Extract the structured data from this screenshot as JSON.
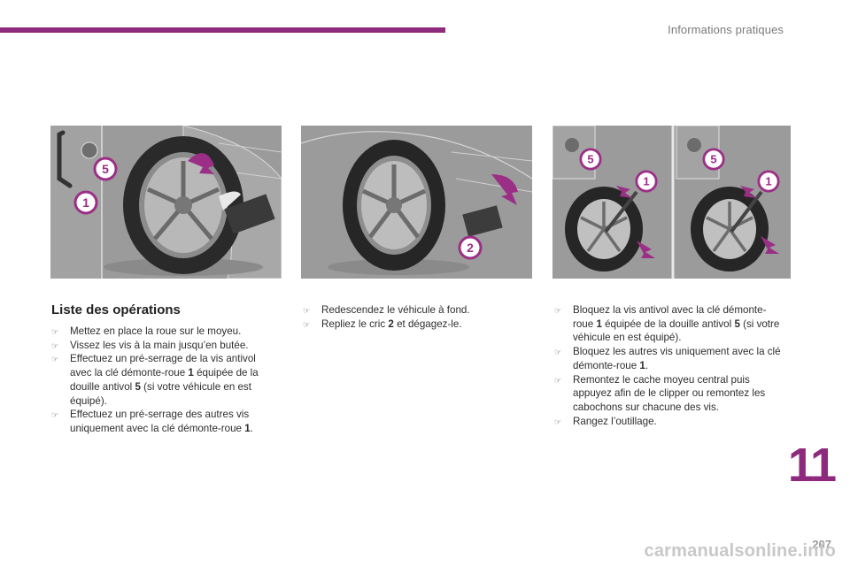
{
  "header": {
    "title": "Informations pratiques"
  },
  "colors": {
    "accent": "#8e2a7d",
    "illustration_bg": "#9a9a9a"
  },
  "illustrations": {
    "left": {
      "badges": [
        "5",
        "1"
      ]
    },
    "middle": {
      "badges": [
        "2"
      ]
    },
    "right": {
      "badges": [
        "5",
        "1",
        "5",
        "1"
      ]
    }
  },
  "section": {
    "title": "Liste des opérations"
  },
  "column1": {
    "items": [
      {
        "text": "Mettez en place la roue sur le moyeu."
      },
      {
        "text": "Vissez les vis à la main jusqu’en butée."
      },
      {
        "pre": "Effectuez un pré-serrage de la vis antivol avec la clé démonte-roue ",
        "b1": "1",
        "mid": " équipée de la douille antivol ",
        "b2": "5",
        "post": " (si votre véhicule en est équipé)."
      },
      {
        "pre": "Effectuez un pré-serrage des autres vis uniquement avec la clé démonte-roue ",
        "b1": "1",
        "post": "."
      }
    ]
  },
  "column2": {
    "items": [
      {
        "text": "Redescendez le véhicule à fond."
      },
      {
        "pre": "Repliez le cric ",
        "b1": "2",
        "post": " et dégagez-le."
      }
    ]
  },
  "column3": {
    "items": [
      {
        "pre": "Bloquez la vis antivol avec la clé démonte-roue ",
        "b1": "1",
        "mid": " équipée de la douille antivol ",
        "b2": "5",
        "post": " (si votre véhicule en est équipé)."
      },
      {
        "pre": "Bloquez les autres vis uniquement avec la clé démonte-roue ",
        "b1": "1",
        "post": "."
      },
      {
        "text": "Remontez le cache moyeu central puis appuyez afin de le clipper ou remontez les cabochons sur chacune des vis."
      },
      {
        "text": "Rangez l’outillage."
      }
    ]
  },
  "footer": {
    "chapter": "11",
    "page": "207",
    "watermark": "carmanualsonline.info"
  }
}
